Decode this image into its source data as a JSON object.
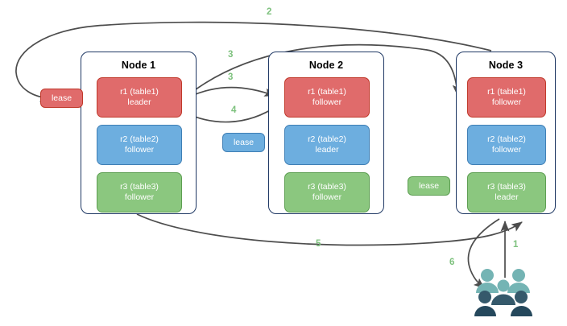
{
  "diagram": {
    "title": "Multi-node replica lease diagram",
    "background": "#ffffff",
    "node_border_color": "#1f3864",
    "edge_color": "#4d4d4d",
    "label_color": "#7dc17d"
  },
  "palette": {
    "red_fill": "#e06b6b",
    "red_stroke": "#c0392b",
    "blue_fill": "#6daedf",
    "blue_stroke": "#3f7fb5",
    "green_fill": "#8bc77f",
    "green_stroke": "#5d9e52",
    "users_light": "#74b4b4",
    "users_dark": "#35596b",
    "users_darkest": "#25485c"
  },
  "nodes": [
    {
      "id": "node1",
      "title": "Node 1",
      "replicas": [
        {
          "id": "n1r1",
          "line1": "r1 (table1)",
          "line2": "leader",
          "color": "red"
        },
        {
          "id": "n1r2",
          "line1": "r2 (table2)",
          "line2": "follower",
          "color": "blue"
        },
        {
          "id": "n1r3",
          "line1": "r3 (table3)",
          "line2": "follower",
          "color": "green"
        }
      ]
    },
    {
      "id": "node2",
      "title": "Node 2",
      "replicas": [
        {
          "id": "n2r1",
          "line1": "r1 (table1)",
          "line2": "follower",
          "color": "red"
        },
        {
          "id": "n2r2",
          "line1": "r2 (table2)",
          "line2": "leader",
          "color": "blue"
        },
        {
          "id": "n2r3",
          "line1": "r3 (table3)",
          "line2": "follower",
          "color": "green"
        }
      ]
    },
    {
      "id": "node3",
      "title": "Node 3",
      "replicas": [
        {
          "id": "n3r1",
          "line1": "r1 (table1)",
          "line2": "follower",
          "color": "red"
        },
        {
          "id": "n3r2",
          "line1": "r2 (table2)",
          "line2": "follower",
          "color": "blue"
        },
        {
          "id": "n3r3",
          "line1": "r3 (table3)",
          "line2": "leader",
          "color": "green"
        }
      ]
    }
  ],
  "leases": [
    {
      "id": "lease-r1",
      "label": "lease",
      "color": "red",
      "for": "r1 (table1)"
    },
    {
      "id": "lease-r2",
      "label": "lease",
      "color": "blue",
      "for": "r2 (table2)"
    },
    {
      "id": "lease-r3",
      "label": "lease",
      "color": "green",
      "for": "r3 (table3)"
    }
  ],
  "edge_labels": [
    {
      "id": "e1",
      "text": "1"
    },
    {
      "id": "e2",
      "text": "2"
    },
    {
      "id": "e3a",
      "text": "3"
    },
    {
      "id": "e3b",
      "text": "3"
    },
    {
      "id": "e4",
      "text": "4"
    },
    {
      "id": "e5",
      "text": "5"
    },
    {
      "id": "e6",
      "text": "6"
    }
  ],
  "actors": {
    "users_icon": "users-icon"
  }
}
